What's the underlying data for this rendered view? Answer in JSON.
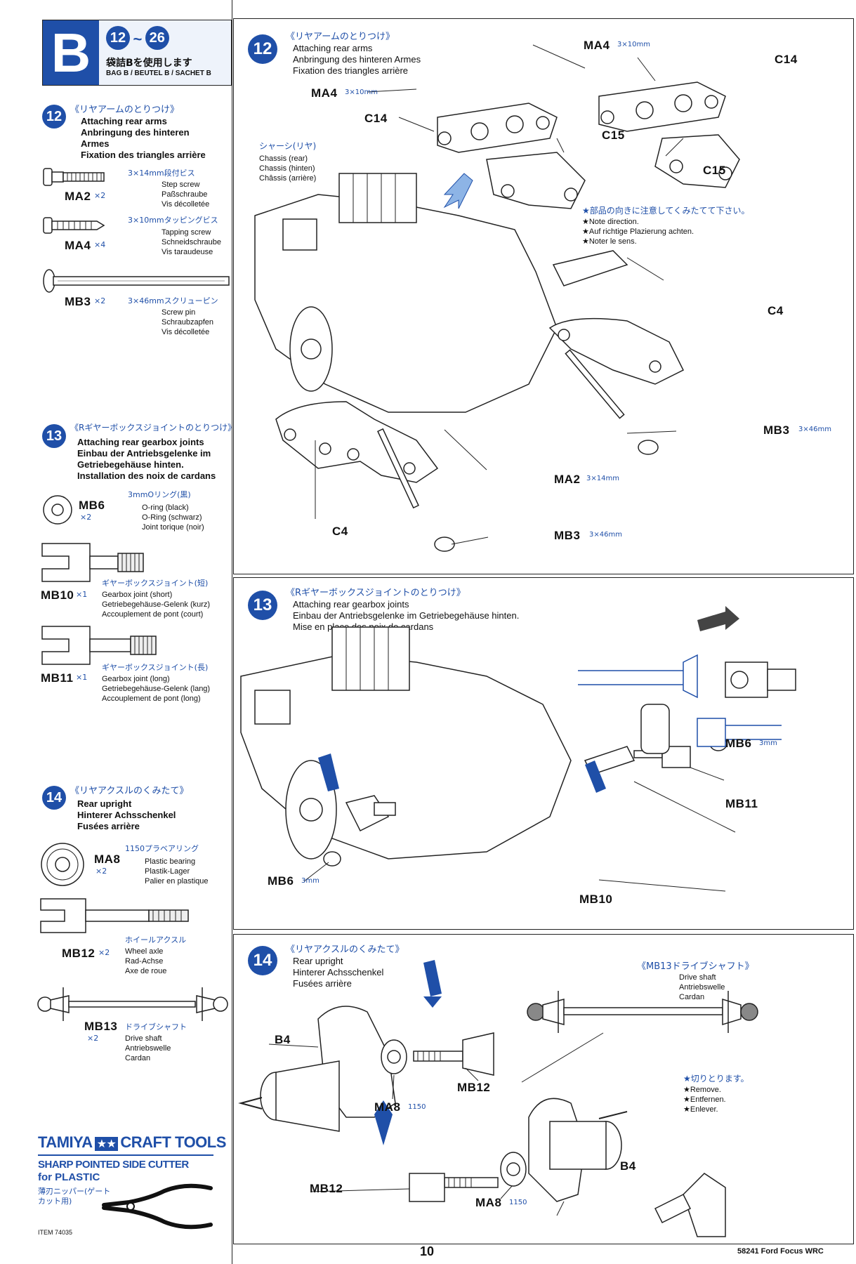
{
  "header": {
    "bag_letter": "B",
    "step_range_start": "12",
    "step_range_sep": "~",
    "step_range_end": "26",
    "bag_jp": "袋詰Bを使用します",
    "bag_label": "BAG B / BEUTEL B / SACHET B"
  },
  "left": {
    "step12": {
      "num": "12",
      "jp": "《リヤアームのとりつけ》",
      "en": "Attaching rear arms",
      "de_1": "Anbringung des hinteren",
      "de_2": "Armes",
      "fr": "Fixation des triangles arrière",
      "parts": [
        {
          "code": "MA2",
          "qty": "×2",
          "jp": "3×14mm段付ビス",
          "en": "Step screw",
          "de": "Paßschraube",
          "fr": "Vis décolletée"
        },
        {
          "code": "MA4",
          "qty": "×4",
          "jp": "3×10mmタッピングビス",
          "en": "Tapping screw",
          "de": "Schneidschraube",
          "fr": "Vis taraudeuse"
        },
        {
          "code": "MB3",
          "qty": "×2",
          "jp": "3×46mmスクリューピン",
          "en": "Screw pin",
          "de": "Schraubzapfen",
          "fr": "Vis décolletée"
        }
      ]
    },
    "step13": {
      "num": "13",
      "jp": "《Rギヤーボックスジョイントのとりつけ》",
      "en": "Attaching rear gearbox joints",
      "de_1": "Einbau der Antriebsgelenke im",
      "de_2": "Getriebegehäuse hinten.",
      "fr": "Installation des noix de cardans",
      "parts": [
        {
          "code": "MB6",
          "qty": "×2",
          "jp": "3mmOリング(黒)",
          "en": "O-ring (black)",
          "de": "O-Ring (schwarz)",
          "fr": "Joint torique (noir)"
        },
        {
          "code": "MB10",
          "qty": "×1",
          "jp": "ギヤーボックスジョイント(短)",
          "en": "Gearbox joint (short)",
          "de": "Getriebegehäuse-Gelenk (kurz)",
          "fr": "Accouplement de pont (court)"
        },
        {
          "code": "MB11",
          "qty": "×1",
          "jp": "ギヤーボックスジョイント(長)",
          "en": "Gearbox joint (long)",
          "de": "Getriebegehäuse-Gelenk (lang)",
          "fr": "Accouplement de pont (long)"
        }
      ]
    },
    "step14": {
      "num": "14",
      "jp": "《リヤアクスルのくみたて》",
      "en": "Rear upright",
      "de": "Hinterer Achsschenkel",
      "fr": "Fusées arrière",
      "parts": [
        {
          "code": "MA8",
          "qty": "×2",
          "jp": "1150プラベアリング",
          "en": "Plastic bearing",
          "de": "Plastik-Lager",
          "fr": "Palier en plastique"
        },
        {
          "code": "MB12",
          "qty": "×2",
          "jp": "ホイールアクスル",
          "en": "Wheel axle",
          "de": "Rad-Achse",
          "fr": "Axe de roue"
        },
        {
          "code": "MB13",
          "qty": "×2",
          "jp": "ドライブシャフト",
          "en": "Drive shaft",
          "de": "Antriebswelle",
          "fr": "Cardan"
        }
      ]
    },
    "ad": {
      "brand": "TAMIYA",
      "brand_2": "CRAFT TOOLS",
      "line1": "SHARP POINTED SIDE CUTTER",
      "line2": "for PLASTIC",
      "jp_1": "薄刃ニッパー(ゲート",
      "jp_2": "カット用)",
      "item": "ITEM 74035"
    }
  },
  "panel12": {
    "num": "12",
    "jp": "《リヤアームのとりつけ》",
    "en": "Attaching rear arms",
    "de": "Anbringung des hinteren Armes",
    "fr": "Fixation des triangles arrière",
    "chassis_jp": "シャーシ(リヤ)",
    "chassis_en": "Chassis (rear)",
    "chassis_de": "Chassis (hinten)",
    "chassis_fr": "Châssis (arrière)",
    "note_jp": "★部品の向きに注意してくみたてて下さい。",
    "note_en": "★Note direction.",
    "note_de": "★Auf richtige Plazierung achten.",
    "note_fr": "★Noter le sens.",
    "labels": {
      "ma4_a": "MA4",
      "ma4_a_size": "3×10mm",
      "ma4_b": "MA4",
      "ma4_b_size": "3×10mm",
      "c14_a": "C14",
      "c14_b": "C14",
      "c15_a": "C15",
      "c15_b": "C15",
      "c4_a": "C4",
      "c4_b": "C4",
      "mb3_a": "MB3",
      "mb3_a_size": "3×46mm",
      "mb3_b": "MB3",
      "mb3_b_size": "3×46mm",
      "ma2": "MA2",
      "ma2_size": "3×14mm"
    }
  },
  "panel13": {
    "num": "13",
    "jp": "《Rギヤーボックスジョイントのとりつけ》",
    "en": "Attaching rear gearbox joints",
    "de": "Einbau der Antriebsgelenke im Getriebegehäuse hinten.",
    "fr": "Mise en place des noix de cardans",
    "labels": {
      "mb6_a": "MB6",
      "mb6_a_size": "3mm",
      "mb6_b": "MB6",
      "mb6_b_size": "3mm",
      "mb11": "MB11",
      "mb10": "MB10"
    }
  },
  "panel14": {
    "num": "14",
    "jp": "《リヤアクスルのくみたて》",
    "en": "Rear upright",
    "de": "Hinterer Achsschenkel",
    "fr": "Fusées arrière",
    "shaft_jp": "《MB13ドライブシャフト》",
    "shaft_en": "Drive shaft",
    "shaft_de": "Antriebswelle",
    "shaft_fr": "Cardan",
    "cut_jp": "★切りとります。",
    "cut_en": "★Remove.",
    "cut_de": "★Entfernen.",
    "cut_fr": "★Enlever.",
    "labels": {
      "b4_a": "B4",
      "b4_b": "B4",
      "mb12_a": "MB12",
      "mb12_b": "MB12",
      "ma8_a": "MA8",
      "ma8_a_size": "1150",
      "ma8_b": "MA8",
      "ma8_b_size": "1150"
    }
  },
  "footer": {
    "page": "10",
    "model": "58241 Ford Focus WRC"
  }
}
